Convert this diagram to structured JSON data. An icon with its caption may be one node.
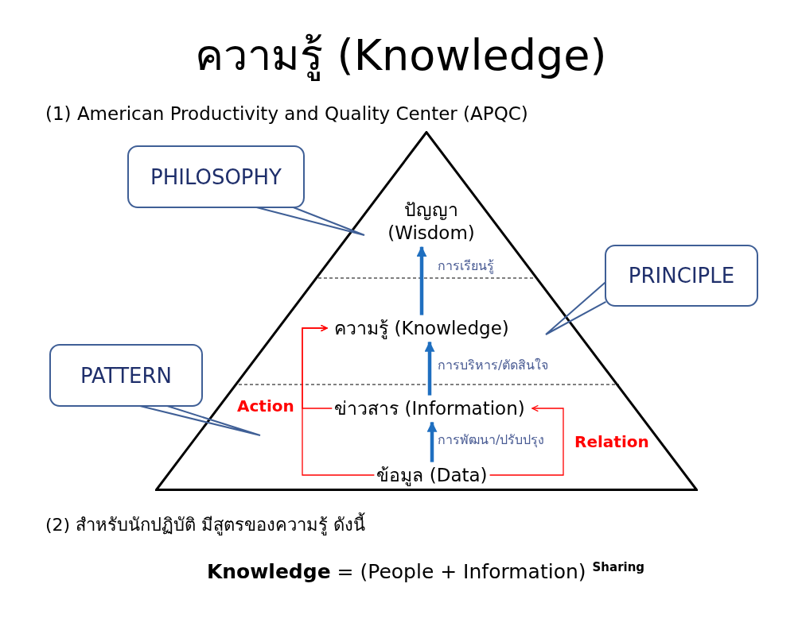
{
  "diagram": {
    "title": "ความรู้ (Knowledge)",
    "nodes": [
      {
        "text": [],
        "shape": "triangle"
      },
      {
        "text": [
          "ปัญญา (Wisdom)"
        ],
        "in": 0
      },
      {
        "text": [
          "ความรู้ (Knowledge)"
        ],
        "in": 0
      },
      {
        "text": [
          "ข่าวสาร (Information)"
        ],
        "in": 0
      },
      {
        "text": [
          "ข้อมูล (Data)"
        ],
        "in": 0
      },
      {
        "text": [
          "PHILOSOPHY"
        ]
      },
      {
        "text": [
          "PRINCIPLE"
        ]
      },
      {
        "text": [
          "PATTERN"
        ]
      }
    ],
    "edges": [
      {
        "from": 4,
        "to": 3,
        "arrow": "to",
        "label": "การพัฒนา/ปรับปรุง",
        "style": "thick"
      },
      {
        "from": 3,
        "to": 2,
        "arrow": "to",
        "label": "การบริหาร/ตัดสินใจ",
        "style": "thick"
      },
      {
        "from": 2,
        "to": 1,
        "arrow": "to",
        "label": "การเรียนรู้",
        "style": "thick"
      },
      {
        "from": 4,
        "to": 2,
        "arrow": "to",
        "label": "Action",
        "color": "#ff0000"
      },
      {
        "from": 3,
        "to": 2,
        "arrow": "to",
        "color": "#ff0000"
      },
      {
        "from": 4,
        "to": 3,
        "arrow": "to",
        "label": "Relation",
        "color": "#ff0000"
      },
      {
        "from": 5,
        "to": null,
        "arrow": "none"
      },
      {
        "from": 6,
        "to": null,
        "arrow": "none"
      },
      {
        "from": 7,
        "to": null,
        "arrow": "none"
      }
    ],
    "labels": [
      "(1) American Productivity and Quality Center (APQC)",
      "(2) สำหรับนักปฏิบัติ มีสูตรของความรู้ ดังนี้",
      "**Knowledge** = (People + Information) $^{Sharing}$"
    ]
  }
}
